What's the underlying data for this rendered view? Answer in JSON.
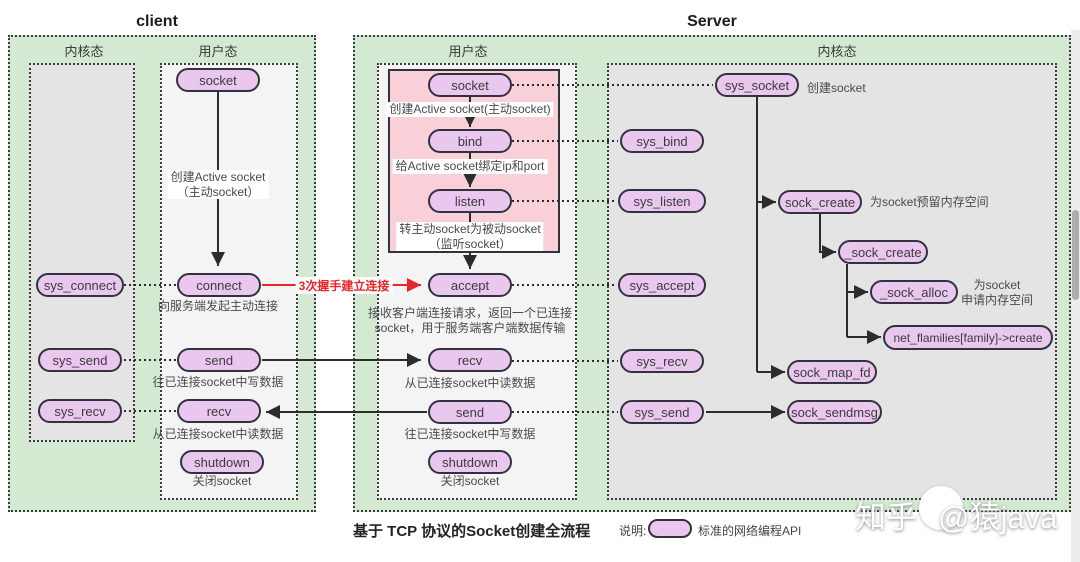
{
  "titles": {
    "client": "client",
    "server": "Server"
  },
  "columns": {
    "client_kernel": "内核态",
    "client_user": "用户态",
    "server_user": "用户态",
    "server_kernel": "内核态"
  },
  "pills": {
    "c_socket": "socket",
    "c_connect": "connect",
    "c_send": "send",
    "c_recv": "recv",
    "c_shutdown": "shutdown",
    "c_sys_connect": "sys_connect",
    "c_sys_send": "sys_send",
    "c_sys_recv": "sys_recv",
    "s_socket": "socket",
    "s_bind": "bind",
    "s_listen": "listen",
    "s_accept": "accept",
    "s_recv": "recv",
    "s_send": "send",
    "s_shutdown": "shutdown",
    "k_sys_socket": "sys_socket",
    "k_sys_bind": "sys_bind",
    "k_sys_listen": "sys_listen",
    "k_sock_create": "sock_create",
    "k_sock_create2": "_sock_create",
    "k_sys_accept": "sys_accept",
    "k_sock_alloc": "_sock_alloc",
    "k_net_families": "net_flamilies[family]->create",
    "k_sys_recv": "sys_recv",
    "k_sock_map_fd": "sock_map_fd",
    "k_sys_send": "sys_send",
    "k_sock_sendmsg": "sock_sendmsg"
  },
  "captions": {
    "c_create_socket": "创建Active socket\n（主动socket）",
    "c_connect": "向服务端发起主动连接",
    "c_send": "往已连接socket中写数据",
    "c_recv": "从已连接socket中读数据",
    "c_shutdown": "关闭socket",
    "s_create_socket": "创建Active socket(主动socket)",
    "s_bind": "给Active socket绑定ip和port",
    "s_listen": "转主动socket为被动socket\n（监听socket）",
    "s_accept": "接收客户端连接请求，返回一个已连接\nsocket，用于服务端客户端数据传输",
    "s_recv": "从已连接socket中读数据",
    "s_send": "往已连接socket中写数据",
    "s_shutdown": "关闭socket",
    "k_create_socket": "创建socket",
    "k_reserve": "为socket预留内存空间",
    "k_alloc": "为socket\n申请内存空间",
    "handshake": "3次握手建立连接"
  },
  "footer": {
    "caption": "基于 TCP 协议的Socket创建全流程",
    "legend_label": "说明:",
    "legend_text": "标准的网络编程API"
  },
  "watermark": {
    "site": "知乎",
    "handle": "@猿java"
  },
  "colors": {
    "zone_green": "#d3e9d1",
    "zone_gray": "#e4e4e4",
    "zone_light": "#f4f4f4",
    "pink_box": "#fad0d8",
    "pill_fill": "#eac7ee",
    "pill_border": "#32323e",
    "arrow_red": "#e8262a",
    "line_dark": "#2c2c2c"
  }
}
